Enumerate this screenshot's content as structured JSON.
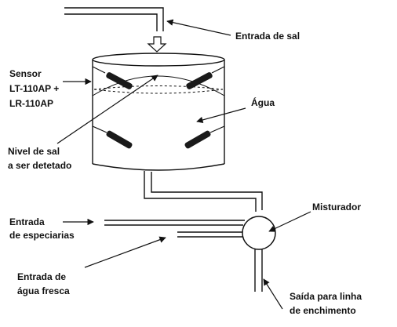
{
  "labels": {
    "salt_inlet": "Entrada de sal",
    "sensor_line1": "Sensor",
    "sensor_line2": "LT-110AP +",
    "sensor_line3": "LR-110AP",
    "water": "Água",
    "salt_level_line1": "Nivel de sal",
    "salt_level_line2": "a ser detetado",
    "spices_line1": "Entrada",
    "spices_line2": "de especiarias",
    "mixer": "Misturador",
    "fresh_water_line1": "Entrada de",
    "fresh_water_line2": "água fresca",
    "outlet_line1": "Saída para linha",
    "outlet_line2": "de enchimento"
  },
  "colors": {
    "line": "#111111",
    "text": "#111111",
    "background": "#ffffff"
  }
}
